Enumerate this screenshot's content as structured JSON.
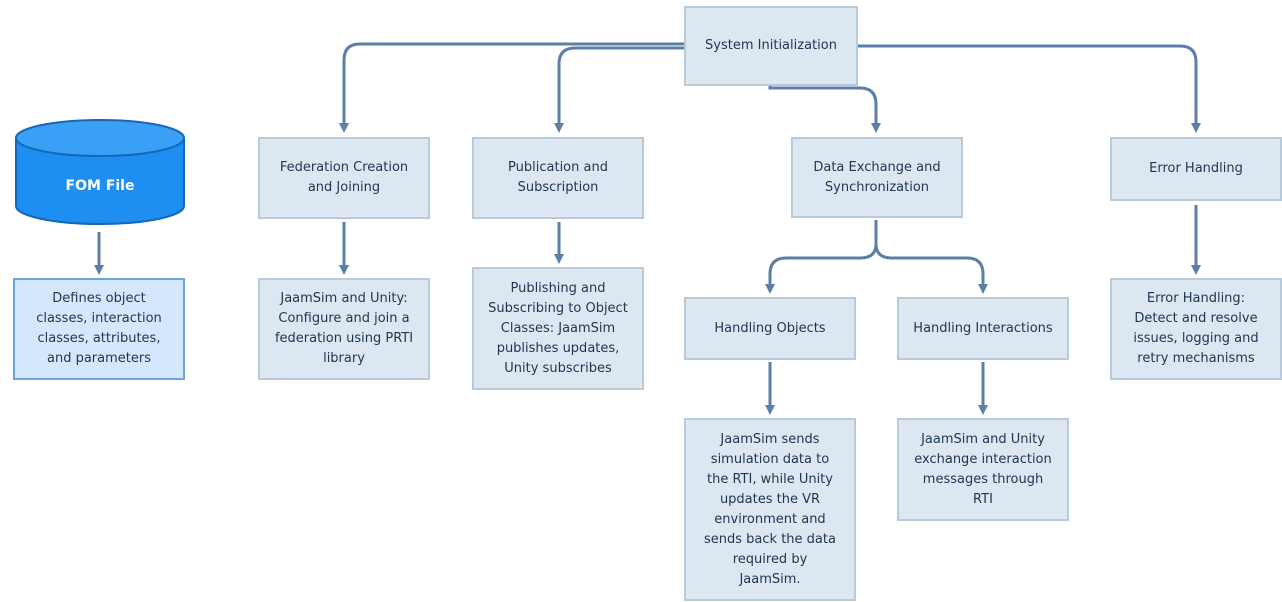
{
  "nodes": {
    "fom_file": "FOM File",
    "fom_desc": "Defines object\nclasses, interaction\nclasses, attributes,\nand parameters",
    "system_init": "System Initialization",
    "federation": "Federation Creation\nand Joining",
    "federation_desc": "JaamSim and Unity:\nConfigure and join a\nfederation using PRTI\nlibrary",
    "publication": "Publication and\nSubscription",
    "publication_desc": "Publishing and\nSubscribing to Object\nClasses: JaamSim\npublishes updates,\nUnity subscribes",
    "data_exchange": "Data Exchange and\nSynchronization",
    "handling_objects": "Handling Objects",
    "handling_objects_desc": "JaamSim sends\nsimulation data to\nthe RTI, while Unity\nupdates the VR\nenvironment and\nsends back the data\nrequired by\nJaamSim.",
    "handling_interactions": "Handling Interactions",
    "handling_interactions_desc": "JaamSim and Unity\nexchange interaction\nmessages through\nRTI",
    "error_handling": "Error Handling",
    "error_handling_desc": "Error Handling:\nDetect and resolve\nissues, logging and\nretry mechanisms"
  },
  "colors": {
    "node_fill": "#dde7f2",
    "node_border": "#b9cadb",
    "highlight_fill": "#d5e8fb",
    "highlight_border": "#6aa6dd",
    "cylinder_fill": "#1e8ff0",
    "edge": "#5b7fa6"
  }
}
